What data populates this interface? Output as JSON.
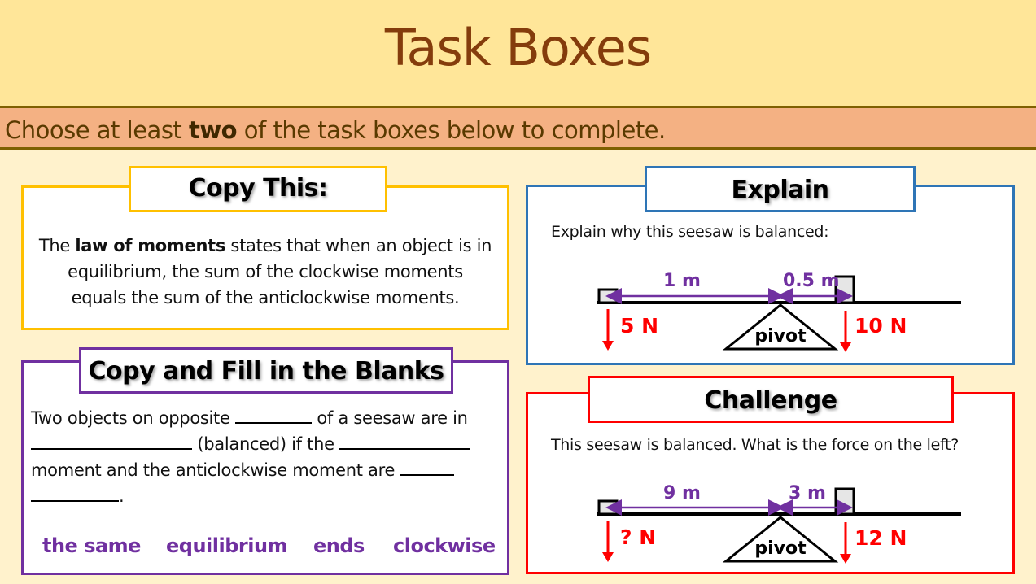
{
  "header": {
    "title": "Task Boxes",
    "instruction_pre": "Choose at least ",
    "instruction_bold": "two",
    "instruction_post": " of the task boxes below to complete."
  },
  "colors": {
    "title_band": "#ffe699",
    "title_text": "#843c0c",
    "instruction_band": "#f4b183",
    "background": "#fff2cc",
    "copy_this_border": "#ffc000",
    "fill_blanks_border": "#7030a0",
    "explain_border": "#2e75b6",
    "challenge_border": "#ff0000",
    "distance_label": "#7030a0",
    "force_label": "#ff0000"
  },
  "copy_this": {
    "heading": "Copy This:",
    "text_pre": "The ",
    "text_bold": "law of moments",
    "text_line1_post": " states that when an object is in",
    "text_line2": "equilibrium, the sum of the clockwise moments",
    "text_line3": "equals the sum of the anticlockwise moments."
  },
  "fill_blanks": {
    "heading": "Copy and Fill in the Blanks",
    "line1_a": "Two objects on opposite ",
    "line1_b": " of a seesaw are in",
    "line2_a": " (balanced) if the ",
    "line3_a": "moment and the anticlockwise moment are ",
    "line4_end": ".",
    "word_bank": [
      "the same",
      "equilibrium",
      "ends",
      "clockwise"
    ]
  },
  "explain": {
    "heading": "Explain",
    "prompt": "Explain why this seesaw is balanced:",
    "diagram": {
      "left_distance": "1 m",
      "right_distance": "0.5 m",
      "left_force": "5 N",
      "right_force": "10 N",
      "pivot_label": "pivot"
    }
  },
  "challenge": {
    "heading": "Challenge",
    "prompt": "This seesaw is balanced. What is the force on the left?",
    "diagram": {
      "left_distance": "9 m",
      "right_distance": "3 m",
      "left_force": "? N",
      "right_force": "12 N",
      "pivot_label": "pivot"
    }
  }
}
